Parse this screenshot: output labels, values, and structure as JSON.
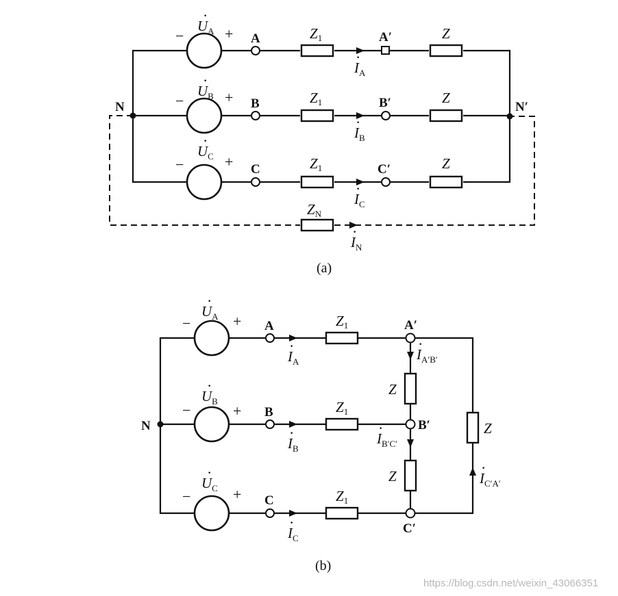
{
  "diagram_a": {
    "caption": "(a)",
    "sources": [
      {
        "symbol": "U",
        "sub": "A"
      },
      {
        "symbol": "U",
        "sub": "B"
      },
      {
        "symbol": "U",
        "sub": "C"
      }
    ],
    "minus_sign": "−",
    "plus_sign": "+",
    "neutral_left": "N",
    "neutral_right": "N′",
    "terminals": [
      "A",
      "B",
      "C"
    ],
    "terminals_prime": [
      "A′",
      "B′",
      "C′"
    ],
    "line_impedance": {
      "symbol": "Z",
      "sub": "1"
    },
    "load_impedance": "Z",
    "neutral_impedance": {
      "symbol": "Z",
      "sub": "N"
    },
    "currents": [
      {
        "symbol": "I",
        "sub": "A"
      },
      {
        "symbol": "I",
        "sub": "B"
      },
      {
        "symbol": "I",
        "sub": "C"
      }
    ],
    "neutral_current": {
      "symbol": "I",
      "sub": "N"
    }
  },
  "diagram_b": {
    "caption": "(b)",
    "sources": [
      {
        "symbol": "U",
        "sub": "A"
      },
      {
        "symbol": "U",
        "sub": "B"
      },
      {
        "symbol": "U",
        "sub": "C"
      }
    ],
    "minus_sign": "−",
    "plus_sign": "+",
    "neutral": "N",
    "terminals": [
      "A",
      "B",
      "C"
    ],
    "terminals_prime": [
      "A′",
      "B′",
      "C′"
    ],
    "line_impedance": {
      "symbol": "Z",
      "sub": "1"
    },
    "load_impedance": "Z",
    "currents": [
      {
        "symbol": "I",
        "sub": "A"
      },
      {
        "symbol": "I",
        "sub": "B"
      },
      {
        "symbol": "I",
        "sub": "C"
      }
    ],
    "delta_currents": [
      {
        "symbol": "I",
        "sub": "A′B′"
      },
      {
        "symbol": "I",
        "sub": "B′C′"
      },
      {
        "symbol": "I",
        "sub": "C′A′"
      }
    ]
  },
  "watermark": "https://blog.csdn.net/weixin_43066351"
}
